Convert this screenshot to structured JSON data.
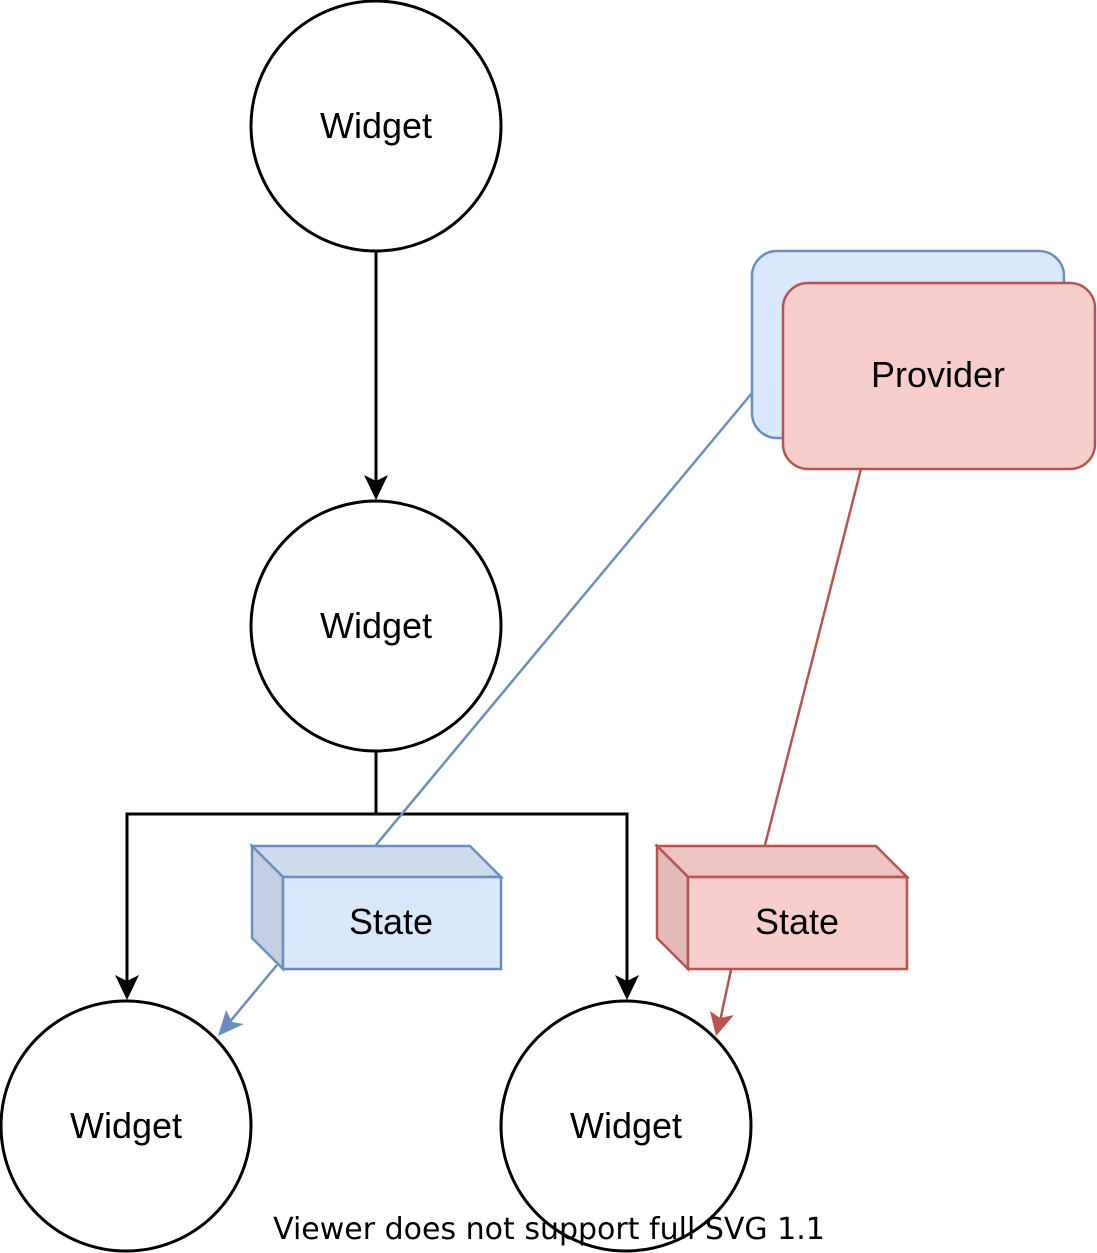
{
  "diagram": {
    "widgets": {
      "top": "Widget",
      "middle": "Widget",
      "bottom_left": "Widget",
      "bottom_right": "Widget"
    },
    "provider": {
      "label": "Provider"
    },
    "states": {
      "blue": "State",
      "red": "State"
    },
    "colors": {
      "blue_stroke": "#6c8ebf",
      "blue_fill": "#dae8fc",
      "blue_side": "#c3cfe2",
      "blue_top": "#cfdcf0",
      "red_stroke": "#b85450",
      "red_fill": "#f8cecc",
      "red_side": "#e2bab8",
      "red_top": "#ecc4c2",
      "edge": "#000000"
    }
  },
  "footer": {
    "note": "Viewer does not support full SVG 1.1"
  }
}
